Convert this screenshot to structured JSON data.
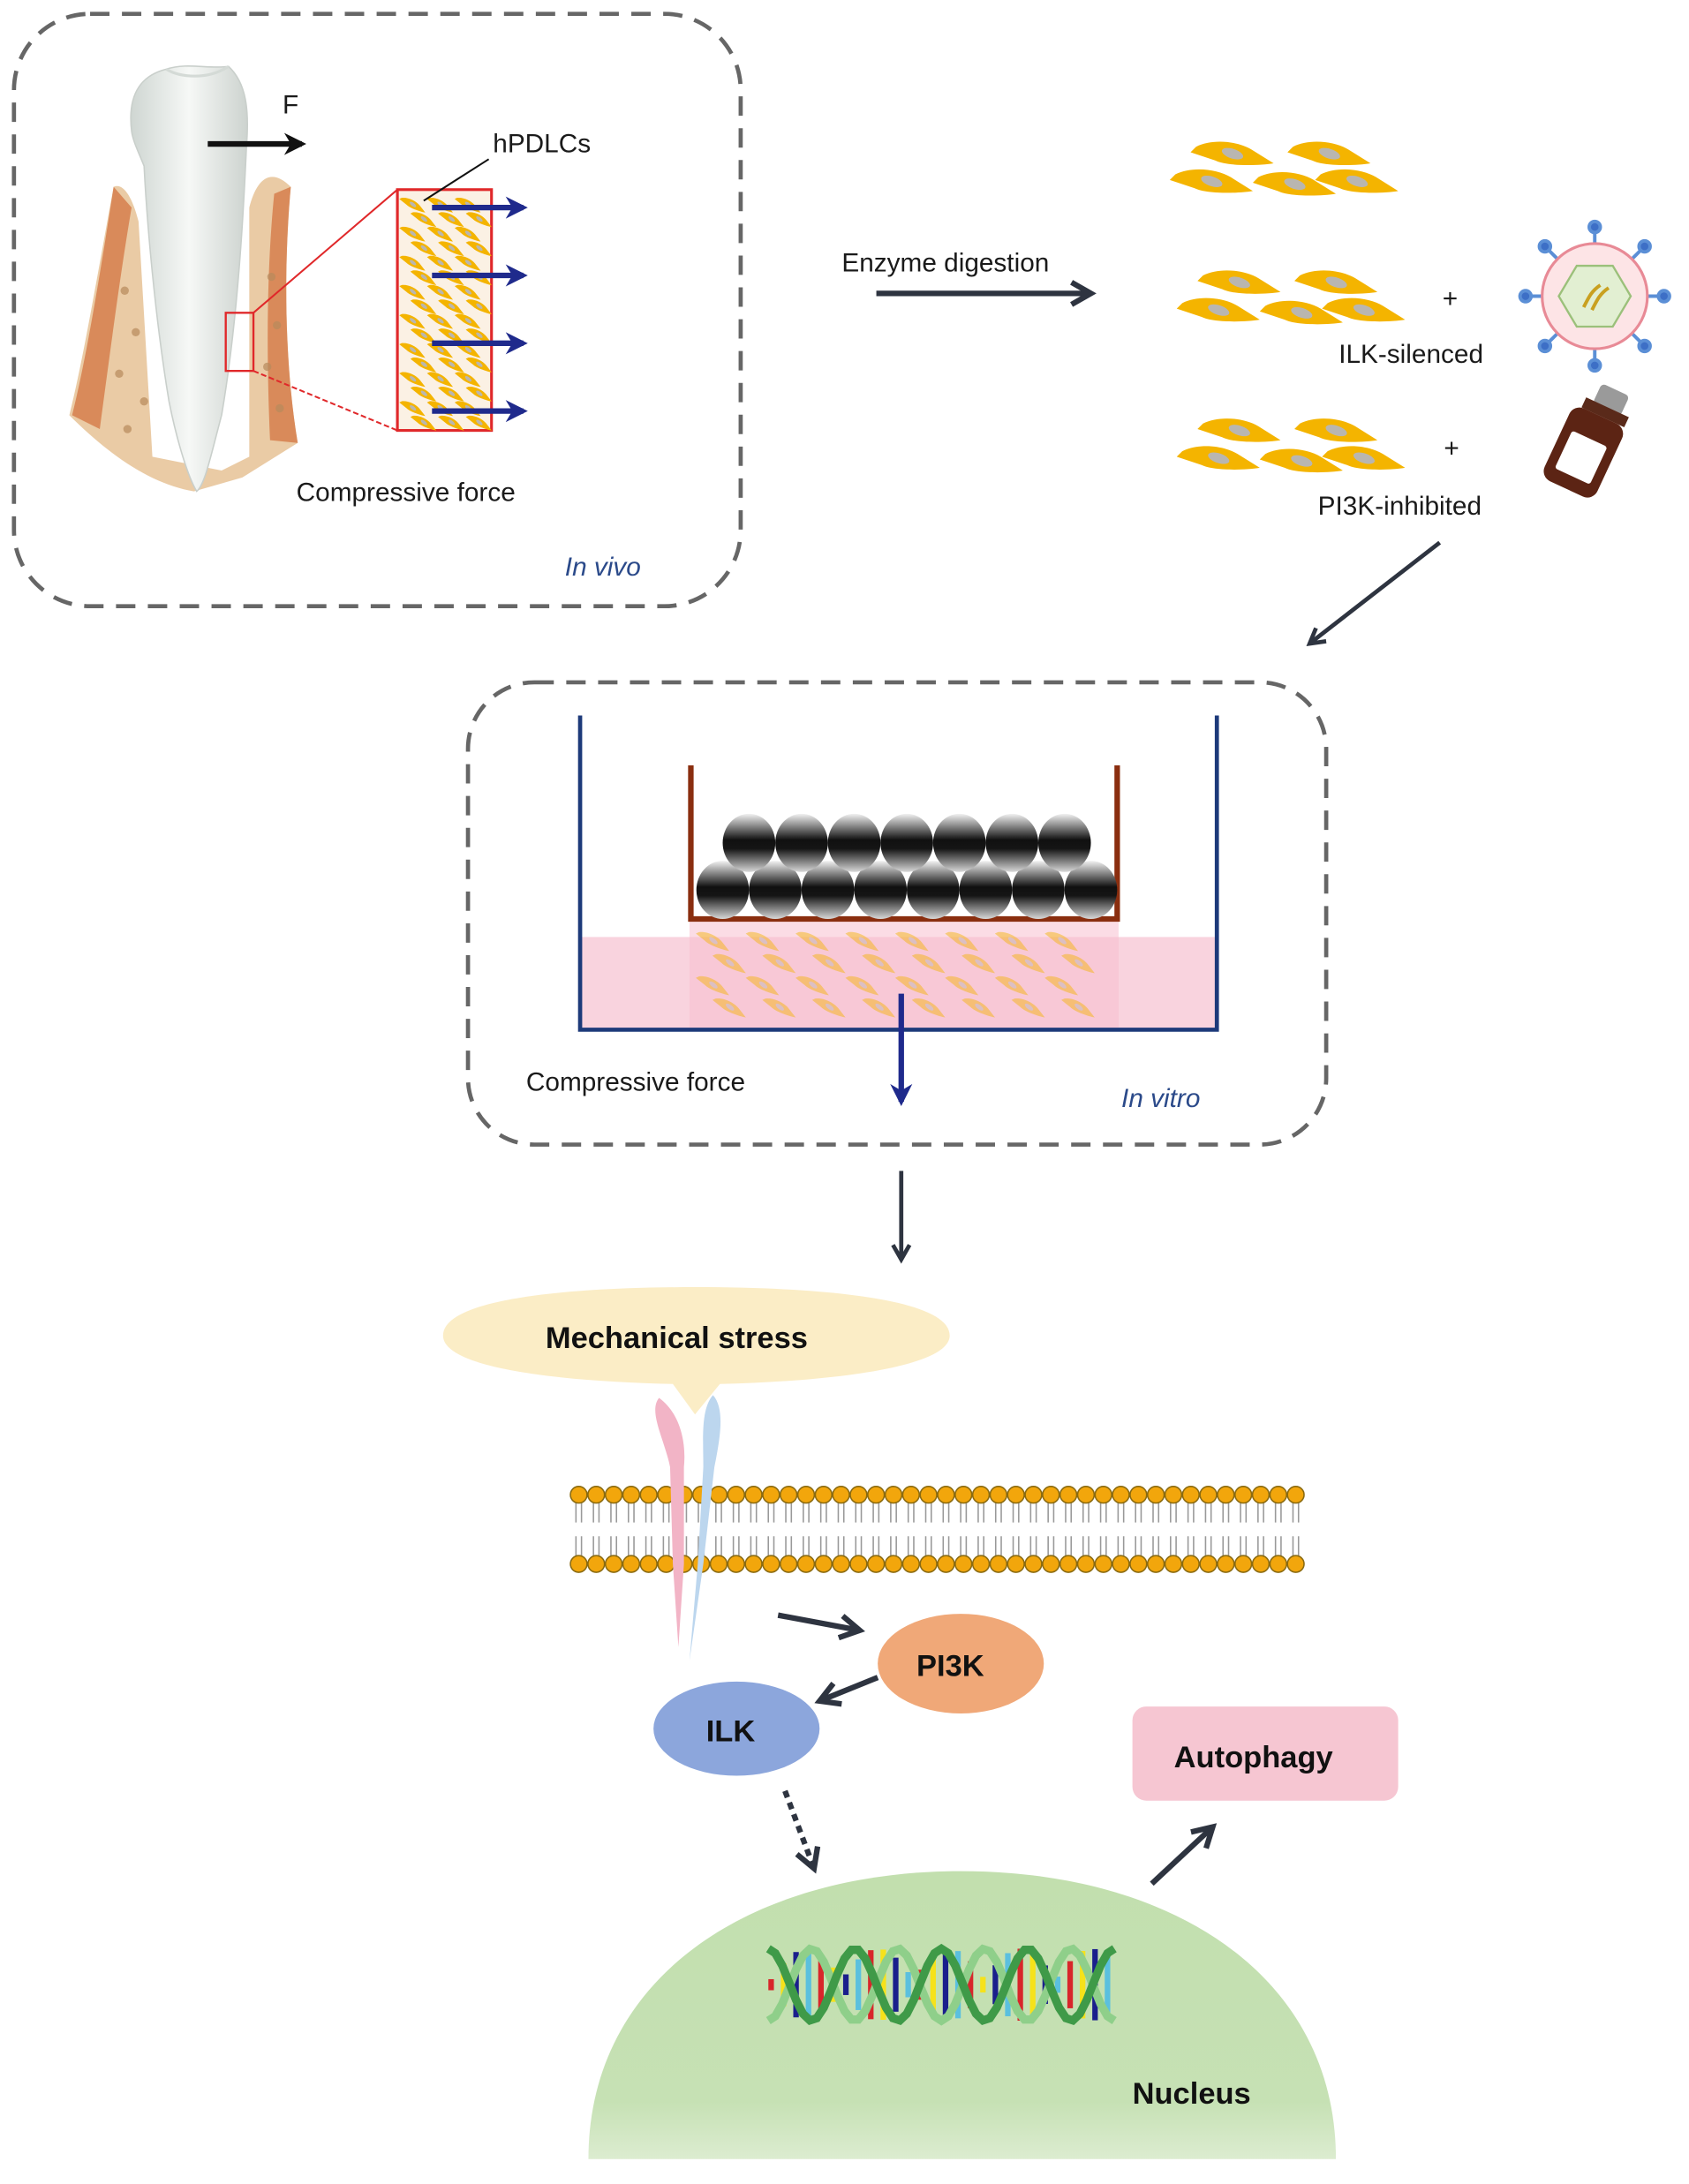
{
  "figure": {
    "in_vivo_panel": {
      "force_label": "F",
      "cells_label": "hPDLCs",
      "caption": "Compressive force",
      "tag": "In vivo"
    },
    "isolation": {
      "arrow_label": "Enzyme digestion",
      "groups": [
        {
          "label": "",
          "treatment": "none"
        },
        {
          "label": "ILK-silenced",
          "plus": "+",
          "treatment": "virus-icon"
        },
        {
          "label": "PI3K-inhibited",
          "plus": "+",
          "treatment": "drug-bottle-icon"
        }
      ]
    },
    "in_vitro_panel": {
      "caption": "Compressive force",
      "tag": "In vitro",
      "weights_top_row": 7,
      "weights_bottom_row": 8
    },
    "pathway": {
      "stimulus": "Mechanical stress",
      "nodes": {
        "pi3k": "PI3K",
        "ilk": "ILK",
        "autophagy": "Autophagy",
        "nucleus": "Nucleus"
      },
      "membrane_heads_per_row": 42
    },
    "colors": {
      "arrow_dark": "#2e3440",
      "force_arrow": "#1f2a8c",
      "dashed_border": "#666666",
      "cell_yellow": "#f4b400",
      "pi3k": "#f0a878",
      "ilk": "#8ca6dc",
      "autophagy": "#f6c6d2",
      "nucleus": "#c4e0b0",
      "stimulus": "#fbedc6",
      "medium_pink": "#f9d3de",
      "dish_blue": "#1d3a7a",
      "holder_brown": "#8a2e0f"
    }
  }
}
